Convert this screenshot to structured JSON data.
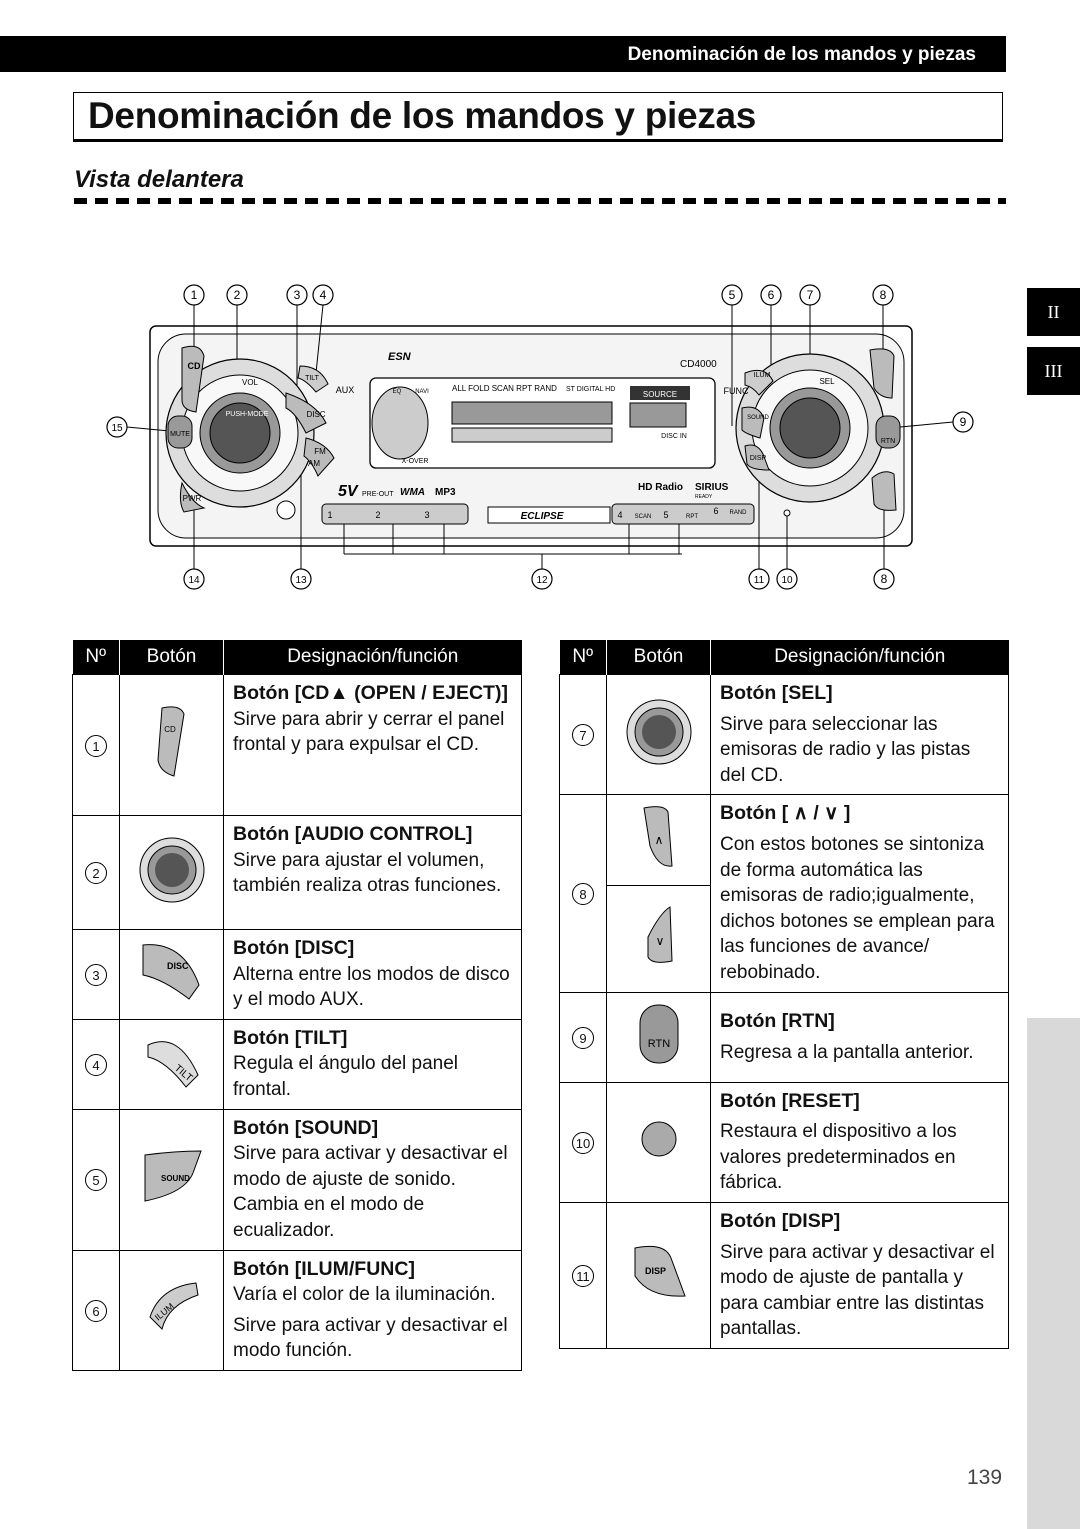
{
  "header": {
    "section_title": "Denominación de los mandos y piezas"
  },
  "title": "Denominación de los mandos y piezas",
  "subtitle": "Vista delantera",
  "side_tabs": [
    "II",
    "III"
  ],
  "diagram": {
    "labels": [
      "CD",
      "VOL",
      "PUSH-MODE",
      "TILT",
      "AUX",
      "DISC",
      "FM",
      "AM",
      "MUTE",
      "PWR",
      "5V",
      "PRE-OUT",
      "WMA",
      "MP3",
      "ESN",
      "CD4000",
      "ILUM",
      "FUNC",
      "SEL",
      "SOUND",
      "DISP",
      "RTN",
      "SOURCE",
      "DISC IN",
      "X-OVER",
      "ALL FOLD SCAN RPT RAND",
      "ST DIGITAL HD",
      "HD Radio",
      "SIRIUS",
      "READY",
      "ECLIPSE",
      "1",
      "2",
      "3",
      "4",
      "5",
      "6",
      "SCAN",
      "RPT",
      "RAND",
      "EQ",
      "NAVI"
    ],
    "callouts_top": [
      "1",
      "2",
      "3",
      "4",
      "5",
      "6",
      "7",
      "8"
    ],
    "callouts_bottom": [
      "14",
      "13",
      "12",
      "11",
      "10",
      "8"
    ],
    "callouts_side": [
      "15",
      "9"
    ]
  },
  "table_headers": {
    "num": "Nº",
    "button": "Botón",
    "function": "Designación/función"
  },
  "left_table": [
    {
      "num": "1",
      "icon": "cd-eject-button-icon",
      "title": "Botón [CD▲ (OPEN / EJECT)]",
      "desc": "Sirve para abrir y cerrar el panel frontal y para expulsar el CD."
    },
    {
      "num": "2",
      "icon": "audio-control-knob-icon",
      "title": "Botón [AUDIO CONTROL]",
      "desc": "Sirve para ajustar el volumen, también realiza otras funciones."
    },
    {
      "num": "3",
      "icon": "disc-button-icon",
      "title": "Botón [DISC]",
      "desc": "Alterna entre los modos de disco y el modo AUX."
    },
    {
      "num": "4",
      "icon": "tilt-button-icon",
      "title": "Botón [TILT]",
      "desc": "Regula el ángulo del panel frontal."
    },
    {
      "num": "5",
      "icon": "sound-button-icon",
      "title": "Botón [SOUND]",
      "desc": "Sirve para activar y desactivar el modo de ajuste de sonido. Cambia en el modo de ecualizador."
    },
    {
      "num": "6",
      "icon": "ilum-button-icon",
      "title": "Botón [ILUM/FUNC]",
      "desc": "Varía el color de la iluminación.",
      "desc2": "Sirve para activar y desactivar el modo función."
    }
  ],
  "right_table": [
    {
      "num": "7",
      "icon": "sel-knob-icon",
      "title": "Botón [SEL]",
      "desc": "Sirve para seleccionar las emisoras de radio y las pistas del CD."
    },
    {
      "num": "8",
      "icon": "up-down-buttons-icon",
      "title": "Botón [ ∧ / ∨ ]",
      "desc": "Con estos botones se sintoniza de forma automática las emisoras de radio;igualmente, dichos botones se emplean para las funciones de  avance/ rebobinado."
    },
    {
      "num": "9",
      "icon": "rtn-button-icon",
      "title": "Botón [RTN]",
      "desc": "Regresa a la pantalla anterior."
    },
    {
      "num": "10",
      "icon": "reset-button-icon",
      "title": "Botón [RESET]",
      "desc": "Restaura el dispositivo a los valores predeterminados en fábrica."
    },
    {
      "num": "11",
      "icon": "disp-button-icon",
      "title": "Botón [DISP]",
      "desc": "Sirve para activar y desactivar el modo de ajuste de pantalla y para cambiar entre las distintas pantallas."
    }
  ],
  "page_number": "139"
}
